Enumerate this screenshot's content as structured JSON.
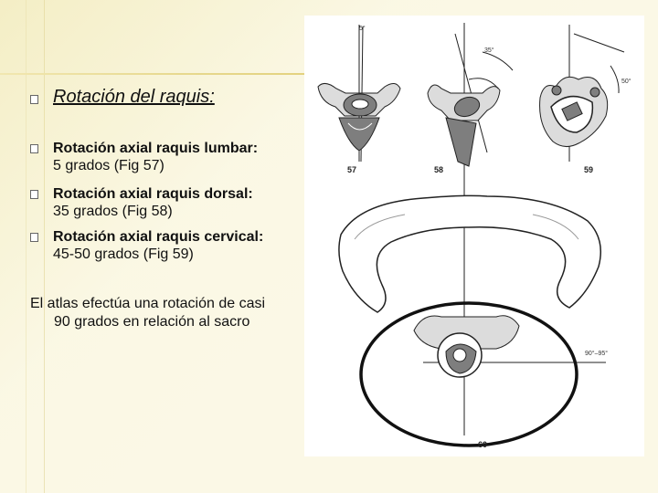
{
  "slide": {
    "title": "Rotación del raquis:",
    "bullets": [
      {
        "strong": "Rotación axial raquis lumbar:",
        "sub": "5 grados (Fig 57)"
      },
      {
        "strong": "Rotación axial raquis dorsal:",
        "sub": "35 grados (Fig 58)"
      },
      {
        "strong": "Rotación axial raquis cervical:",
        "sub": "45-50 grados (Fig 59)"
      }
    ],
    "note_line1": "El atlas efectúa una rotación de casi",
    "note_line2": "90 grados en relación al sacro"
  },
  "figure": {
    "labels": {
      "fig57": "57",
      "fig58": "58",
      "fig59": "59",
      "fig60": "60"
    },
    "angles": {
      "a5": "5°",
      "a35": "35°",
      "a50": "50°",
      "a90": "90°–95°"
    },
    "colors": {
      "bone_dark": "#7e7e7e",
      "bone_light": "#dcdcdc",
      "line": "#222222"
    }
  }
}
